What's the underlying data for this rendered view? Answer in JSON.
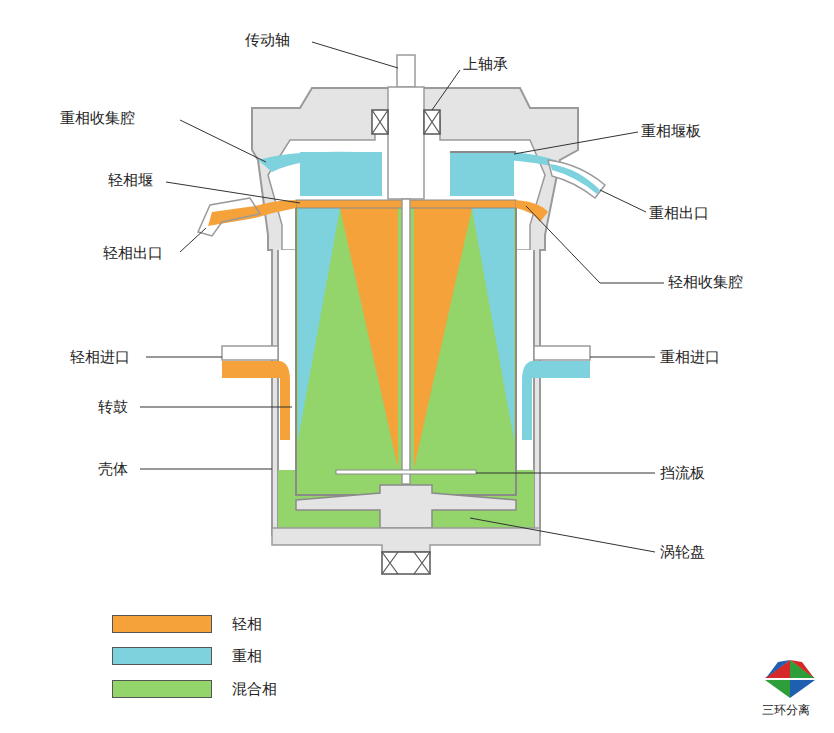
{
  "diagram": {
    "labels": [
      "传动轴",
      "上轴承",
      "重相收集腔",
      "重相堰板",
      "轻相堰",
      "重相出口",
      "轻相出口",
      "轻相收集腔",
      "轻相进口",
      "重相进口",
      "转鼓",
      "壳体",
      "挡流板",
      "涡轮盘",
      "三环分离"
    ],
    "legend": [
      {
        "text": "轻相",
        "color": "#F5A23B"
      },
      {
        "text": "重相",
        "color": "#7ED2DE"
      },
      {
        "text": "混合相",
        "color": "#93D56B"
      }
    ]
  }
}
